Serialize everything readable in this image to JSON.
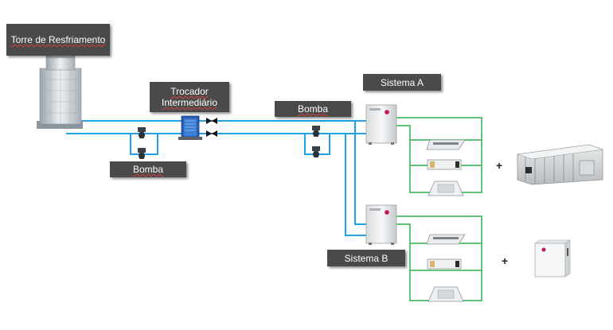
{
  "labels": {
    "tower": "Torre de Resfriamento",
    "exchanger_line1": "Trocador",
    "exchanger_line2": "Intermediário",
    "pump_left": "Bomba",
    "pump_right": "Bomba",
    "system_a": "Sistema A",
    "system_b": "Sistema B"
  },
  "plus_signs": [
    "+",
    "+"
  ],
  "colors": {
    "water_pipe": "#1fa0e8",
    "refrigerant_pipe": "#2db24a",
    "label_bg": "#4a4a4a",
    "label_text": "#ffffff"
  },
  "icons": [
    "cooling-tower-icon",
    "heat-exchanger-icon",
    "pump-icon",
    "valve-icon",
    "vrf-outdoor-unit-icon",
    "ceiling-cassette-icon",
    "duct-unit-icon",
    "four-way-cassette-icon",
    "air-handling-unit-icon",
    "hydro-kit-icon"
  ]
}
